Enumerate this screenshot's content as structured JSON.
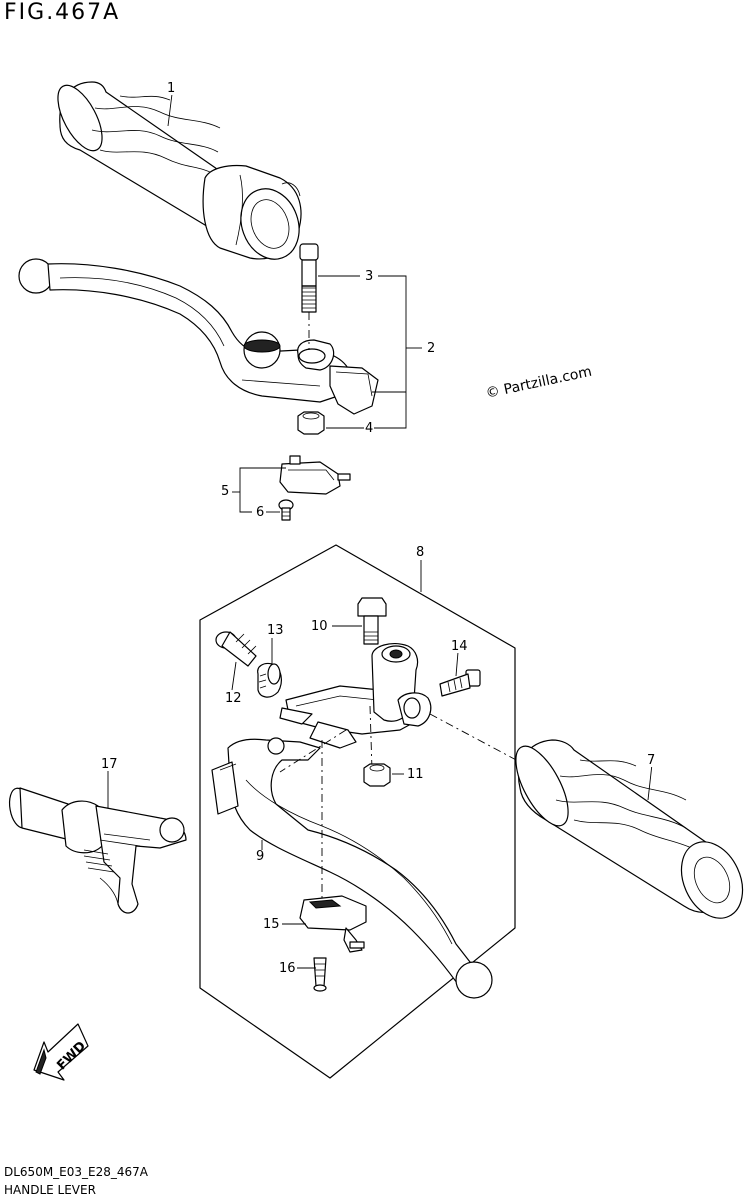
{
  "figure": {
    "title": "FIG.467A",
    "watermark": "© Partzilla.com",
    "footer_code": "DL650M_E03_E28_467A",
    "footer_name": "HANDLE LEVER",
    "fwd_label": "FWD"
  },
  "callouts": [
    {
      "id": "c1",
      "label": "1"
    },
    {
      "id": "c2",
      "label": "2"
    },
    {
      "id": "c3",
      "label": "3"
    },
    {
      "id": "c4",
      "label": "4"
    },
    {
      "id": "c5",
      "label": "5"
    },
    {
      "id": "c6",
      "label": "6"
    },
    {
      "id": "c7",
      "label": "7"
    },
    {
      "id": "c8",
      "label": "8"
    },
    {
      "id": "c9",
      "label": "9"
    },
    {
      "id": "c10",
      "label": "10"
    },
    {
      "id": "c11",
      "label": "11"
    },
    {
      "id": "c12",
      "label": "12"
    },
    {
      "id": "c13",
      "label": "13"
    },
    {
      "id": "c14",
      "label": "14"
    },
    {
      "id": "c15",
      "label": "15"
    },
    {
      "id": "c16",
      "label": "16"
    },
    {
      "id": "c17",
      "label": "17"
    }
  ]
}
